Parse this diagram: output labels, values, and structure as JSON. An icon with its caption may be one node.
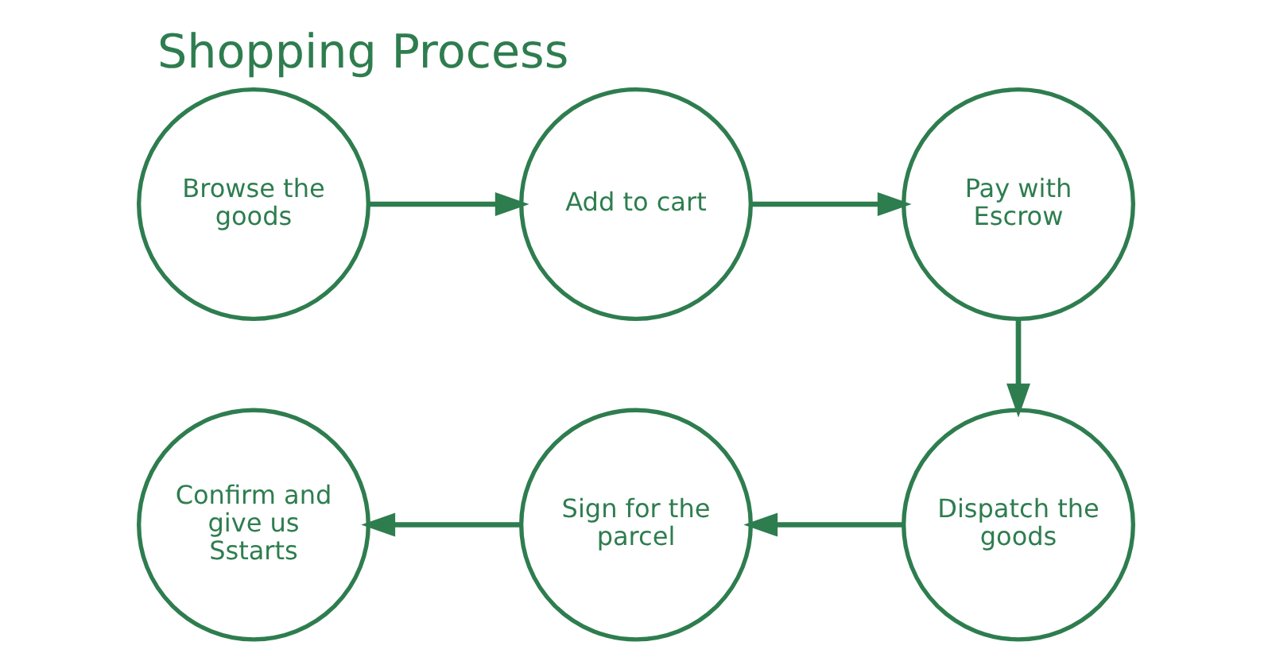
{
  "diagram": {
    "title": "Shopping Process",
    "nodes": [
      {
        "text": [
          "Browse the goods"
        ]
      },
      {
        "text": [
          "Add to cart"
        ]
      },
      {
        "text": [
          "Pay with Escrow"
        ]
      },
      {
        "text": [
          "Confirm and give us Sstarts"
        ]
      },
      {
        "text": [
          "Sign for the parcel"
        ]
      },
      {
        "text": [
          "Dispatch the goods"
        ]
      }
    ],
    "edges": [
      {
        "from": 0,
        "to": 1,
        "arrow": "to"
      },
      {
        "from": 1,
        "to": 2,
        "arrow": "to"
      },
      {
        "from": 2,
        "to": 5,
        "arrow": "to"
      },
      {
        "from": 5,
        "to": 4,
        "arrow": "to"
      },
      {
        "from": 4,
        "to": 3,
        "arrow": "to"
      }
    ]
  }
}
